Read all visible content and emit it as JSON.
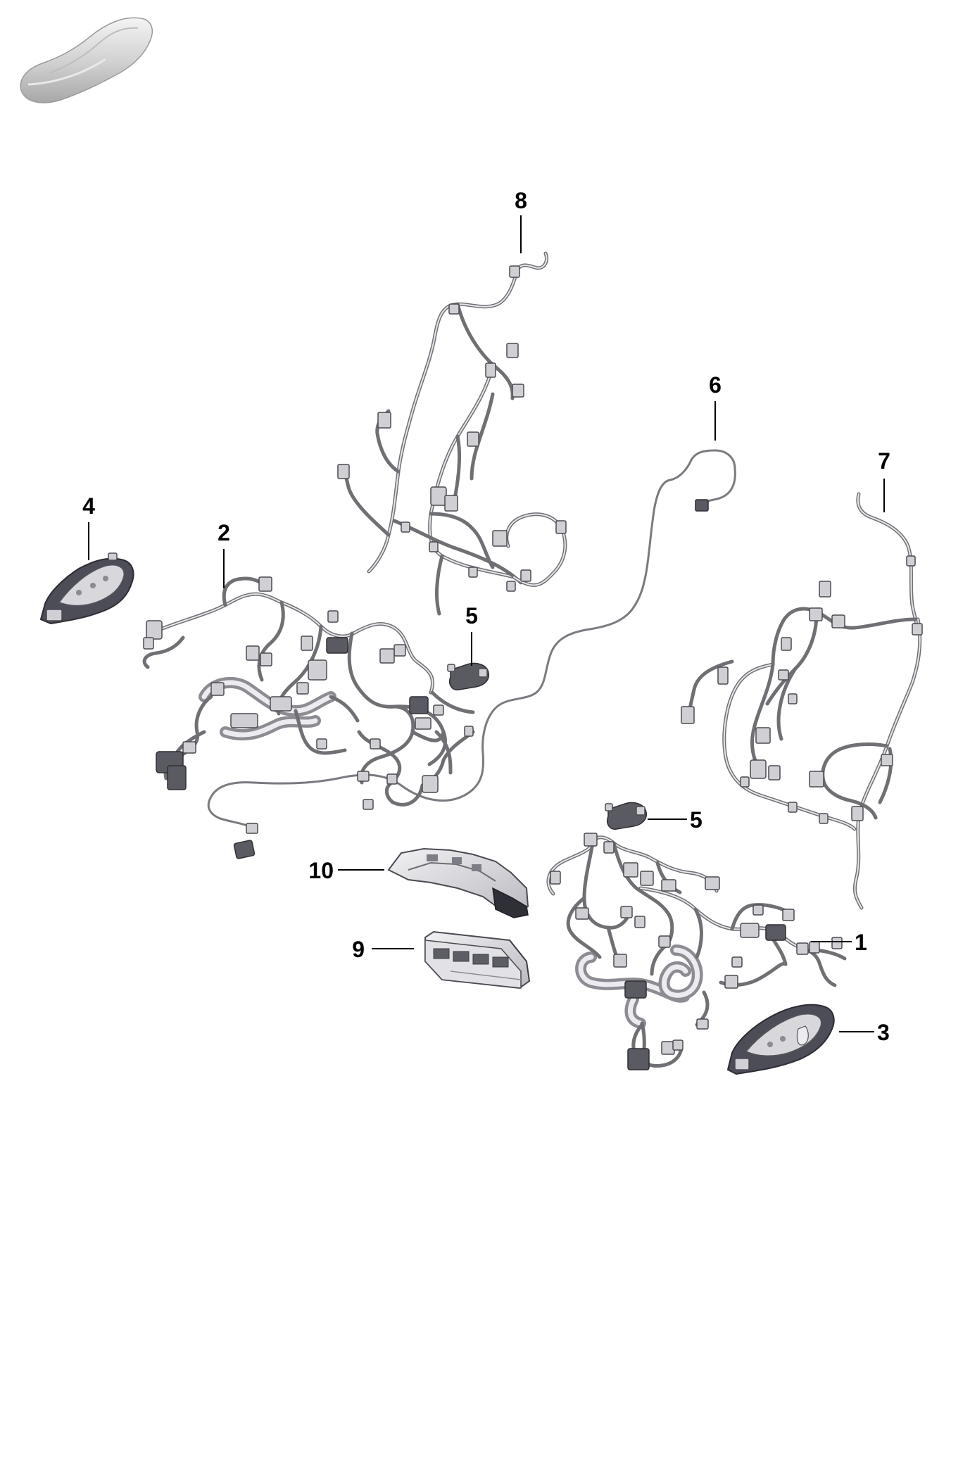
{
  "callouts": [
    {
      "id": "1",
      "label": "1"
    },
    {
      "id": "2",
      "label": "2"
    },
    {
      "id": "3",
      "label": "3"
    },
    {
      "id": "4",
      "label": "4"
    },
    {
      "id": "5a",
      "label": "5"
    },
    {
      "id": "5b",
      "label": "5"
    },
    {
      "id": "6",
      "label": "6"
    },
    {
      "id": "7",
      "label": "7"
    },
    {
      "id": "8",
      "label": "8"
    },
    {
      "id": "9",
      "label": "9"
    },
    {
      "id": "10",
      "label": "10"
    }
  ]
}
